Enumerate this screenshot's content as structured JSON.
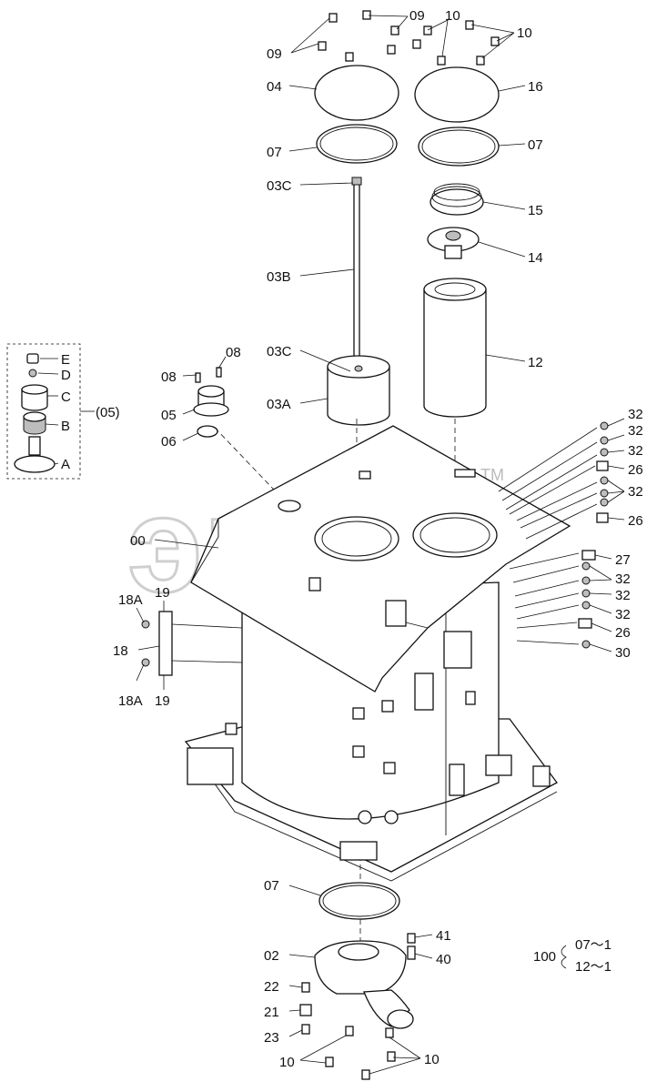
{
  "watermark": {
    "text": "эпаю",
    "tm": "TM"
  },
  "labels": {
    "l09a": "09",
    "l09b": "09",
    "l10a": "10",
    "l10b": "10",
    "l04": "04",
    "l16": "16",
    "l07a": "07",
    "l07b": "07",
    "l03c_top": "03C",
    "l15": "15",
    "l14": "14",
    "l03b": "03B",
    "l12": "12",
    "l03c_mid": "03C",
    "l03a": "03A",
    "l08a": "08",
    "l08b": "08",
    "l05": "05",
    "l06": "06",
    "l00": "00",
    "lE": "E",
    "lD": "D",
    "lC": "C",
    "lB": "B",
    "lA": "A",
    "l05grp": "(05)",
    "r32a": "32",
    "r32b": "32",
    "r32c": "32",
    "r26a": "26",
    "r32d": "32",
    "r26b": "26",
    "r27": "27",
    "r32e": "32",
    "r32f": "32",
    "r32g": "32",
    "r26c": "26",
    "r30": "30",
    "l18a_top": "18A",
    "l19_top": "19",
    "l18": "18",
    "l18a_bot": "18A",
    "l19_bot": "19",
    "l07c": "07",
    "l02": "02",
    "l41": "41",
    "l40": "40",
    "l22": "22",
    "l21": "21",
    "l23": "23",
    "l10c": "10",
    "l10d": "10",
    "l100": "100",
    "l100_line1": "07～1",
    "l100_line2": "12～1"
  }
}
